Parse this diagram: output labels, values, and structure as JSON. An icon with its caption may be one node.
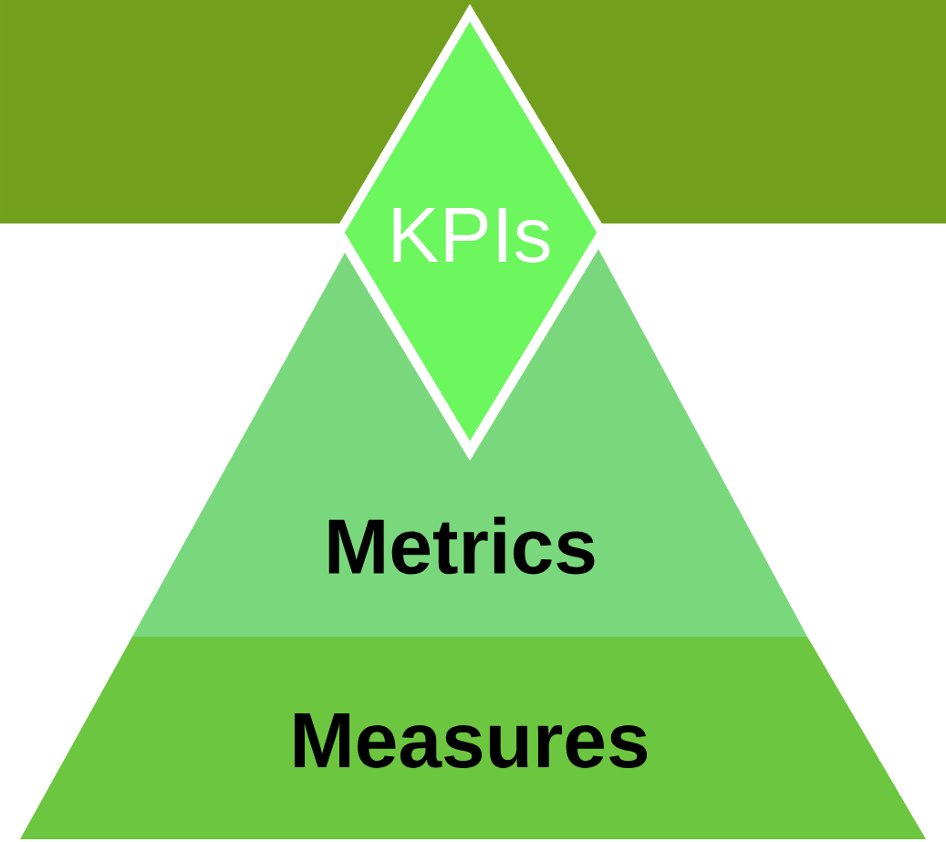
{
  "diagram": {
    "nodes": [
      {
        "text": [
          "KPIs"
        ]
      },
      {
        "text": [
          "Metrics"
        ]
      },
      {
        "text": [
          "Measures"
        ]
      }
    ]
  }
}
